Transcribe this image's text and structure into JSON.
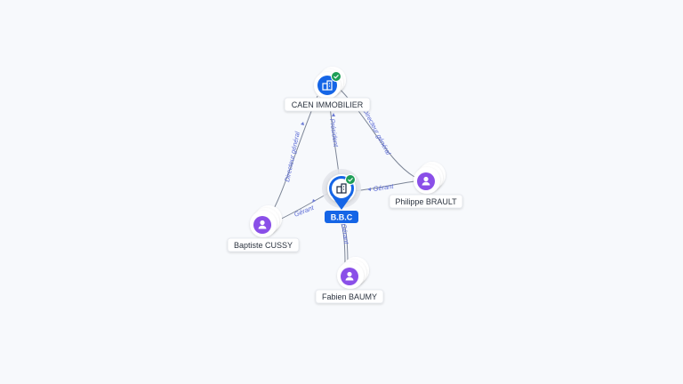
{
  "nodes": {
    "caen": {
      "label": "CAEN IMMOBILIER",
      "icon": "building-icon",
      "verified": true
    },
    "bbc": {
      "label": "B.B.C",
      "icon": "building-icon",
      "verified": true
    },
    "philippe": {
      "label": "Philippe BRAULT",
      "icon": "person-icon"
    },
    "baptiste": {
      "label": "Baptiste CUSSY",
      "icon": "person-icon"
    },
    "fabien": {
      "label": "Fabien BAUMY",
      "icon": "person-icon"
    }
  },
  "edges": {
    "bbc_caen": "Président",
    "baptiste_caen": "Directeur général",
    "philippe_caen": "Directeur général",
    "philippe_bbc": "Gérant",
    "baptiste_bbc": "Gérant",
    "fabien_bbc": "Gérant"
  },
  "colors": {
    "company_blue": "#1565e6",
    "person_purple": "#8a4fe8",
    "verified_green": "#1e9e57",
    "edge_label": "#5b6bd6"
  }
}
